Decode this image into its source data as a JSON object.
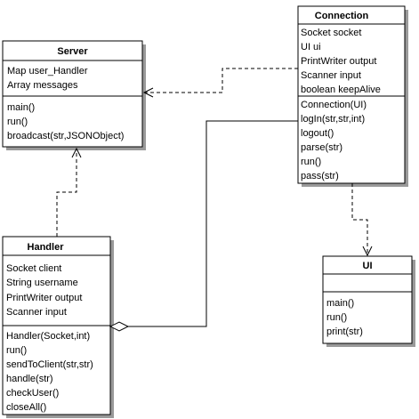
{
  "classes": {
    "server": {
      "name": "Server",
      "attributes": [
        "Map user_Handler",
        "Array messages"
      ],
      "methods": [
        "main()",
        "run()",
        "broadcast(str,JSONObject)"
      ]
    },
    "connection": {
      "name": "Connection",
      "attributes": [
        "Socket socket",
        "UI ui",
        "PrintWriter output",
        "Scanner input",
        "boolean keepAlive"
      ],
      "methods": [
        "Connection(UI)",
        "logIn(str,str,int)",
        "logout()",
        "parse(str)",
        "run()",
        "pass(str)"
      ]
    },
    "handler": {
      "name": "Handler",
      "attributes": [
        "Socket client",
        "String username",
        "PrintWriter output",
        "Scanner input"
      ],
      "methods": [
        "Handler(Socket,int)",
        "run()",
        "sendToClient(str,str)",
        "handle(str)",
        "checkUser()",
        "closeAll()"
      ]
    },
    "ui": {
      "name": "UI",
      "attributes": [],
      "methods": [
        "main()",
        "run()",
        "print(str)"
      ]
    }
  },
  "relations": [
    {
      "from": "handler",
      "to": "server",
      "type": "dependency"
    },
    {
      "from": "connection",
      "to": "server",
      "type": "dependency"
    },
    {
      "from": "connection",
      "to": "ui",
      "type": "dependency"
    },
    {
      "from": "connection",
      "to": "handler",
      "type": "aggregation"
    }
  ]
}
